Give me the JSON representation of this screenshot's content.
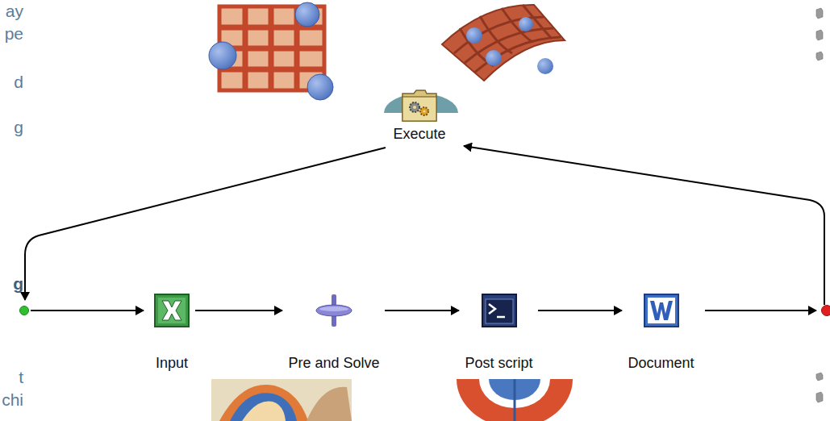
{
  "diagram": {
    "nodes": [
      {
        "text": [
          "Execute"
        ]
      },
      {
        "text": [
          "Input"
        ]
      },
      {
        "text": [
          "Pre and Solve"
        ]
      },
      {
        "text": [
          "Post script"
        ]
      },
      {
        "text": [
          "Document"
        ]
      }
    ],
    "edges": [
      {
        "from": 1,
        "to": 2,
        "arrow": "to"
      },
      {
        "from": 2,
        "to": 3,
        "arrow": "to"
      },
      {
        "from": 3,
        "to": 4,
        "arrow": "to"
      }
    ],
    "labels": [
      "ay",
      "pe",
      "d",
      "g",
      "g",
      "t",
      "chi"
    ]
  }
}
